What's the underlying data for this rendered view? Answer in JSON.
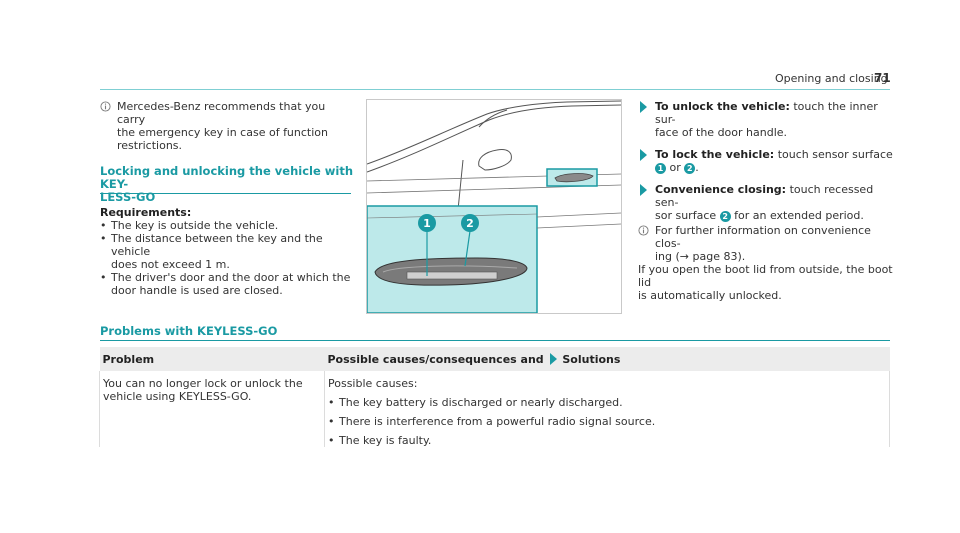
{
  "header": {
    "title": "Opening and closing",
    "page": "71"
  },
  "left": {
    "note": "Mercedes-Benz recommends that you carry the emergency key in case of function restrictions.",
    "note_lines": [
      "Mercedes-Benz recommends that you carry",
      "the emergency key in case of function",
      "restrictions."
    ],
    "section_title_lines": [
      "Locking and unlocking the vehicle with KEY-",
      "LESS-GO"
    ],
    "requirements_label": "Requirements:",
    "requirements": [
      [
        "The key is outside the vehicle."
      ],
      [
        "The distance between the key and the vehicle",
        "does not exceed 1 m."
      ],
      [
        "The driver's door and the door at which the",
        "door handle is used are closed."
      ]
    ]
  },
  "figure": {
    "callouts": [
      "1",
      "2"
    ]
  },
  "right": {
    "unlock_label": "To unlock the vehicle:",
    "unlock_text1": "touch the inner sur-",
    "unlock_text2": "face of the door handle.",
    "lock_label": "To lock the vehicle:",
    "lock_text": "touch sensor surface",
    "lock_or": "or",
    "lock_end": ".",
    "conv_label": "Convenience closing:",
    "conv_text1": "touch recessed sen-",
    "conv_text2a": "sor surface",
    "conv_text2b": "for an extended period.",
    "info1": "For further information on convenience clos-",
    "info2": "ing (→ page 83).",
    "boot1": "If you open the boot lid from outside, the boot lid",
    "boot2": "is automatically unlocked."
  },
  "problems": {
    "title": "Problems with KEYLESS-GO",
    "col1": "Problem",
    "col2_a": "Possible causes/consequences and",
    "col2_b": "Solutions",
    "row1_problem": [
      "You can no longer lock or unlock the",
      "vehicle using KEYLESS-GO."
    ],
    "row1_causes_label": "Possible causes:",
    "row1_causes": [
      "The key battery is discharged or nearly discharged.",
      "There is interference from a powerful radio signal source.",
      "The key is faulty."
    ]
  },
  "colors": {
    "accent": "#1a9aa3",
    "highlight": "#bde9ea",
    "header_rule": "#7fcfd3"
  }
}
